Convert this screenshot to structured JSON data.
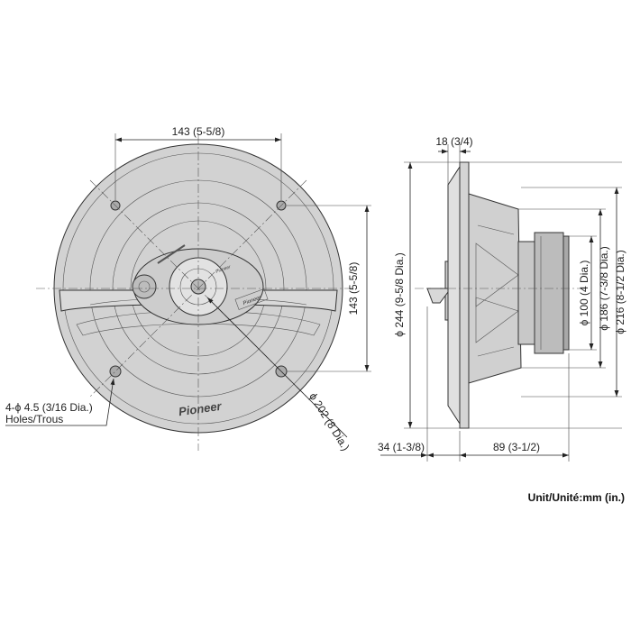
{
  "front_view": {
    "top_hole_spacing": "143 (5-5/8)",
    "side_hole_spacing": "143 (5-5/8)",
    "mount_circle_diameter": "ϕ 202 (8 Dia.)",
    "holes_note_line1": "4-ϕ 4.5 (3/16 Dia.)",
    "holes_note_line2": "Holes/Trous",
    "brand_logo": "Pioneer",
    "badge_logo": "Pioneer"
  },
  "side_view": {
    "flange_thickness": "18 (3/4)",
    "overall_diameter": "ϕ 244 (9-5/8 Dia.)",
    "magnet_diameter": "ϕ 100 (4 Dia.)",
    "cutout_diameter": "ϕ 186 (7-3/8 Dia.)",
    "frame_diameter": "ϕ 216 (8-1/2 Dia.)",
    "front_protrusion": "34 (1-3/8)",
    "mounting_depth": "89 (3-1/2)"
  },
  "unit_label": "Unit/Unité:mm (in.)"
}
